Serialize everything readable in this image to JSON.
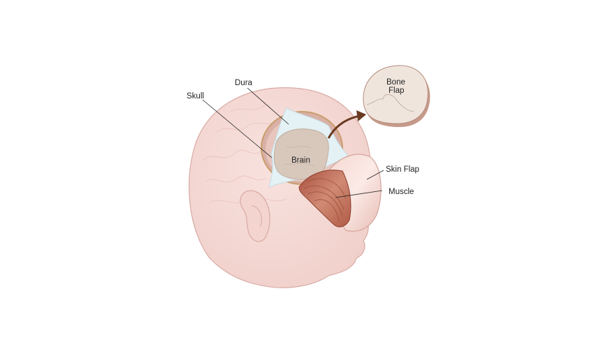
{
  "labels": {
    "dura": "Dura",
    "skull": "Skull",
    "brain": "Brain",
    "bone_flap_line1": "Bone",
    "bone_flap_line2": "Flap",
    "skin_flap": "Skin Flap",
    "muscle": "Muscle"
  },
  "colors": {
    "skin": "#f6dcd8",
    "skin_outline": "#d9aaa4",
    "brain": "#d8c8bc",
    "dura": "#e4f1f5",
    "muscle": "#b9604c",
    "bone": "#efe5dd",
    "arrow": "#6b3a22"
  }
}
